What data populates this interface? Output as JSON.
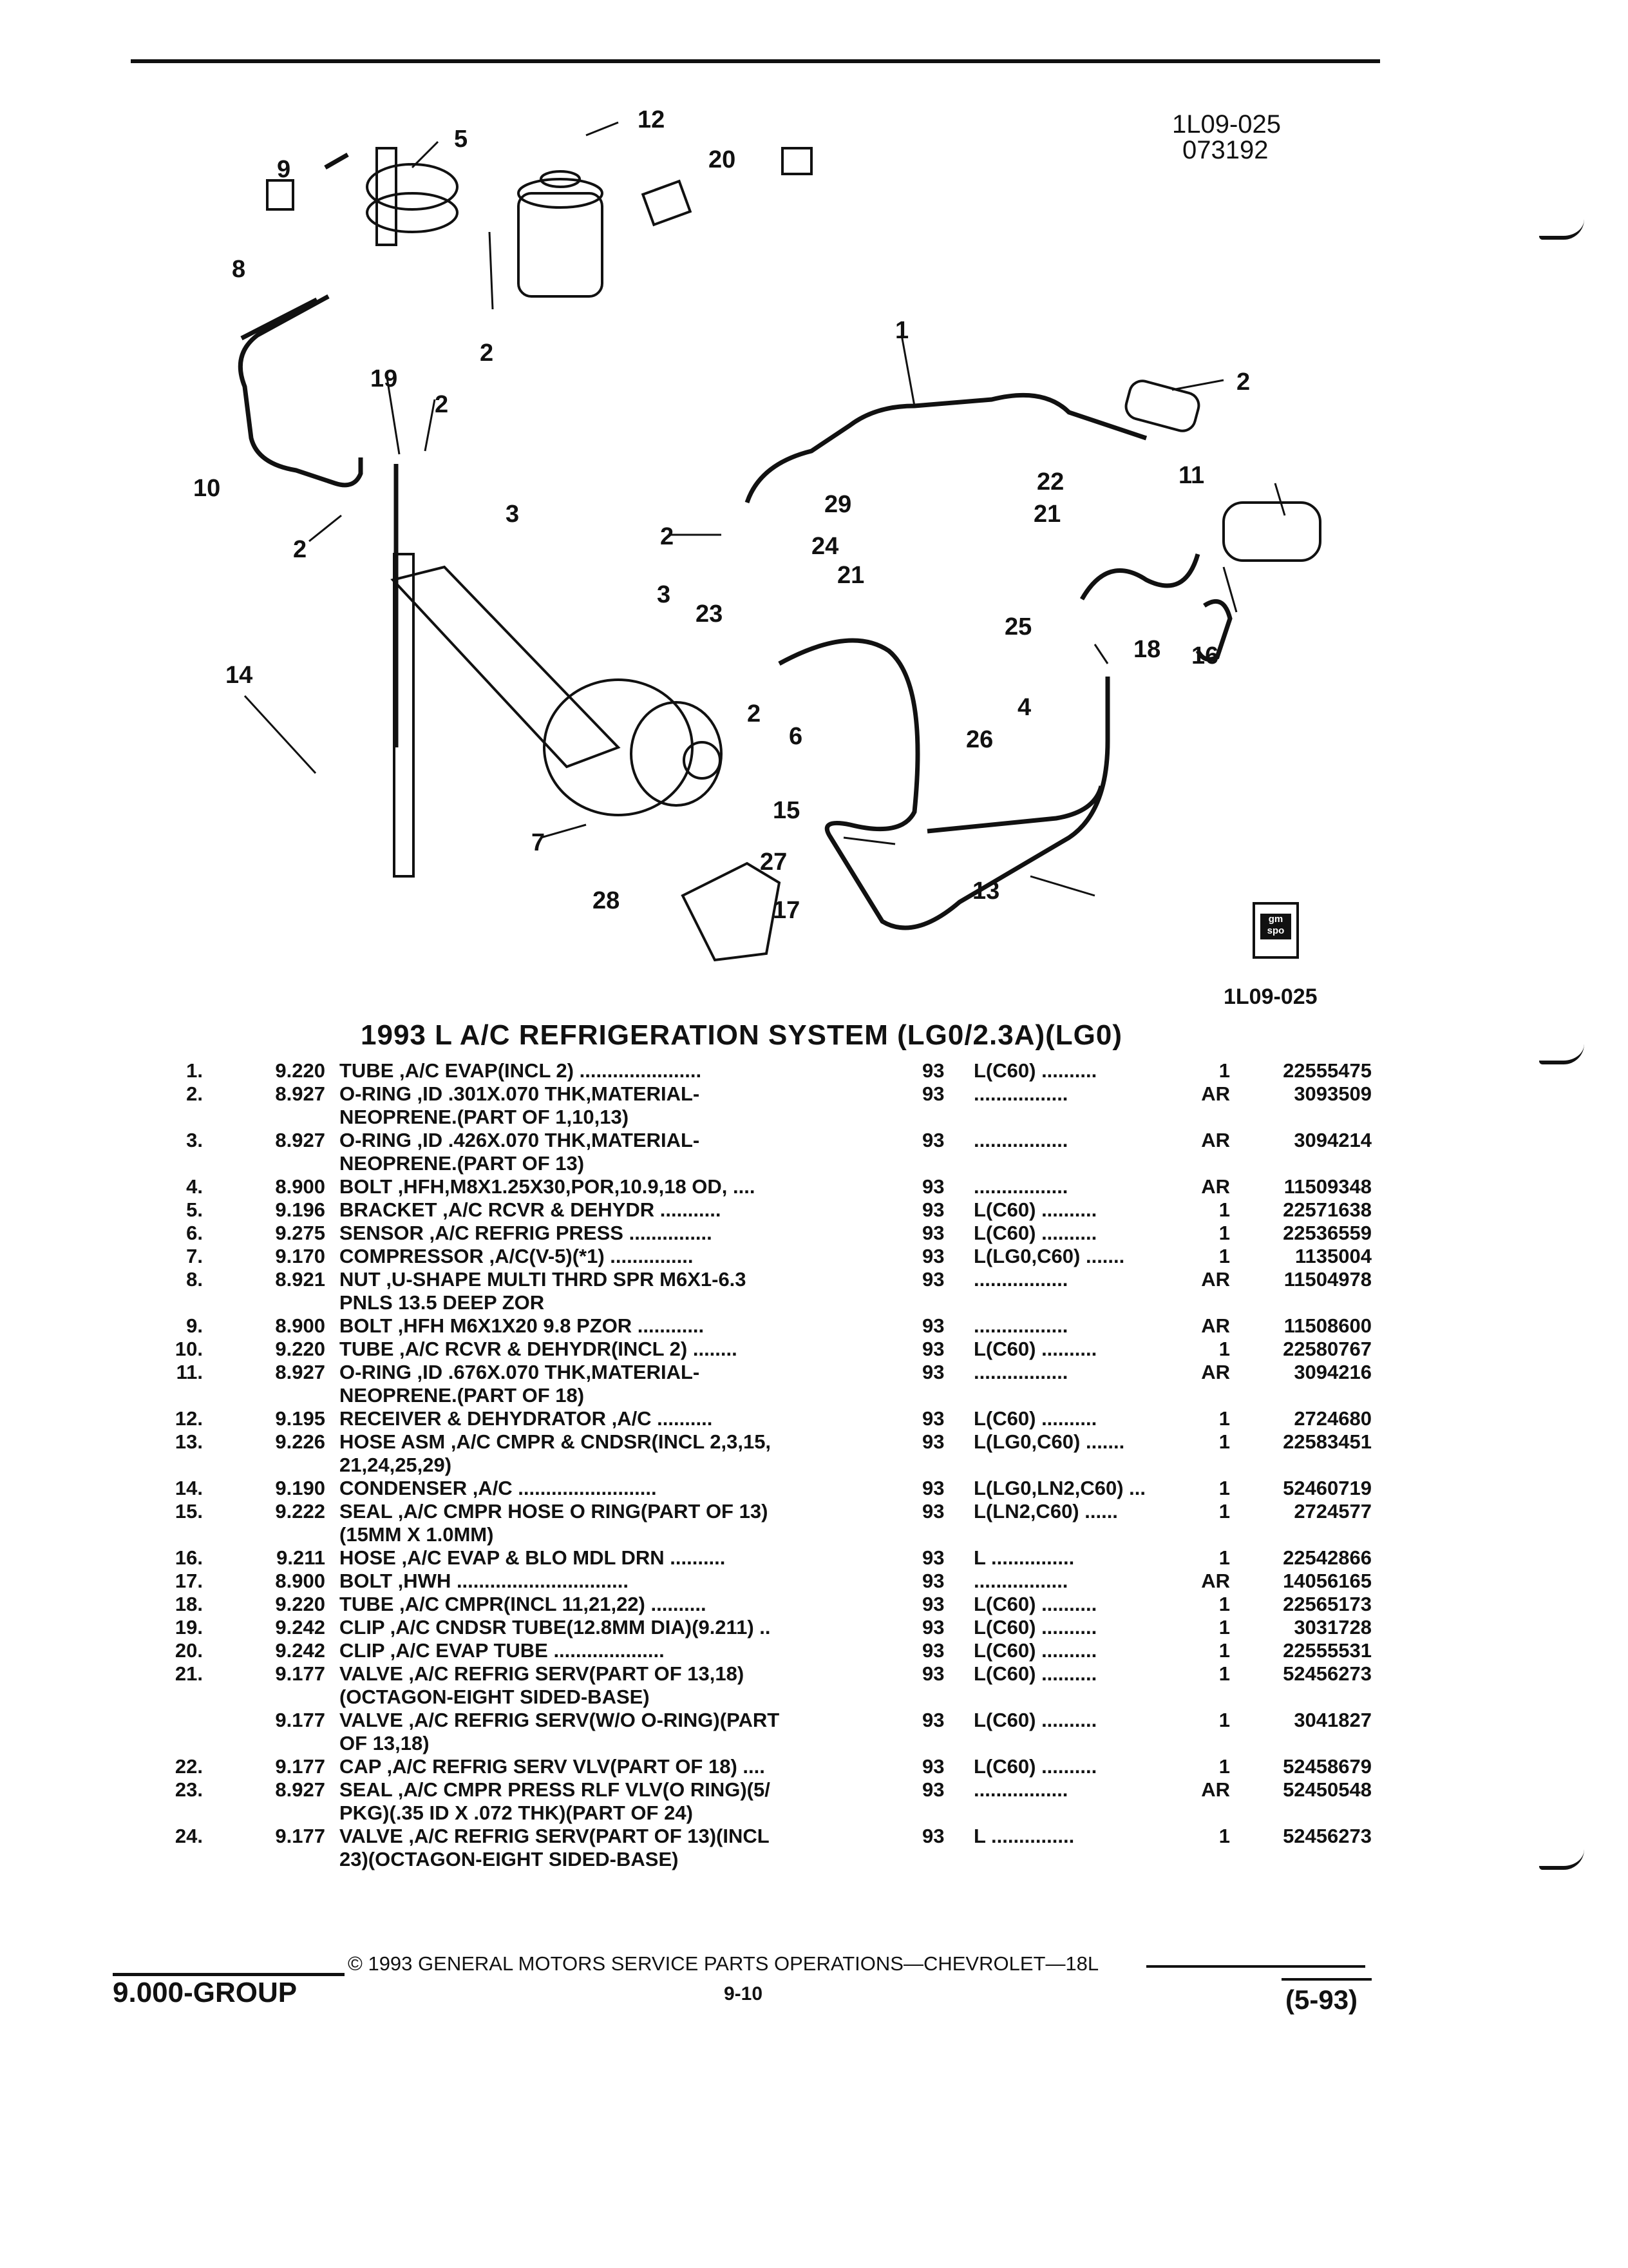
{
  "header": {
    "ref_code": "1L09-025",
    "ref_date": "073192"
  },
  "diagram": {
    "callouts": [
      "1",
      "2",
      "3",
      "4",
      "5",
      "6",
      "7",
      "8",
      "9",
      "10",
      "11",
      "12",
      "13",
      "14",
      "15",
      "16",
      "17",
      "18",
      "19",
      "20",
      "21",
      "22",
      "23",
      "24",
      "25",
      "26",
      "27",
      "28",
      "29"
    ],
    "logo_text": "gm spo",
    "ref_code_bottom": "1L09-025"
  },
  "title": "1993 L A/C REFRIGERATION SYSTEM (LG0/2.3A)(LG0)",
  "parts": [
    {
      "num": "1.",
      "group": "9.220",
      "desc": [
        "TUBE ,A/C EVAP(INCL 2) ......................"
      ],
      "year": "93",
      "app": "L(C60) ..........",
      "qty": "1",
      "pn": "22555475"
    },
    {
      "num": "2.",
      "group": "8.927",
      "desc": [
        "O-RING ,ID .301X.070 THK,MATERIAL-",
        "NEOPRENE.(PART OF 1,10,13)"
      ],
      "year": "93",
      "app": ".................",
      "qty": "AR",
      "pn": "3093509"
    },
    {
      "num": "3.",
      "group": "8.927",
      "desc": [
        "O-RING ,ID .426X.070 THK,MATERIAL-",
        "NEOPRENE.(PART OF 13)"
      ],
      "year": "93",
      "app": ".................",
      "qty": "AR",
      "pn": "3094214"
    },
    {
      "num": "4.",
      "group": "8.900",
      "desc": [
        "BOLT ,HFH,M8X1.25X30,POR,10.9,18 OD, ...."
      ],
      "year": "93",
      "app": ".................",
      "qty": "AR",
      "pn": "11509348"
    },
    {
      "num": "5.",
      "group": "9.196",
      "desc": [
        "BRACKET ,A/C RCVR & DEHYDR ..........."
      ],
      "year": "93",
      "app": "L(C60) ..........",
      "qty": "1",
      "pn": "22571638"
    },
    {
      "num": "6.",
      "group": "9.275",
      "desc": [
        "SENSOR ,A/C REFRIG PRESS ..............."
      ],
      "year": "93",
      "app": "L(C60) ..........",
      "qty": "1",
      "pn": "22536559"
    },
    {
      "num": "7.",
      "group": "9.170",
      "desc": [
        "COMPRESSOR ,A/C(V-5)(*1) ..............."
      ],
      "year": "93",
      "app": "L(LG0,C60) .......",
      "qty": "1",
      "pn": "1135004"
    },
    {
      "num": "8.",
      "group": "8.921",
      "desc": [
        "NUT ,U-SHAPE MULTI THRD SPR M6X1-6.3",
        "PNLS 13.5 DEEP ZOR"
      ],
      "year": "93",
      "app": ".................",
      "qty": "AR",
      "pn": "11504978"
    },
    {
      "num": "9.",
      "group": "8.900",
      "desc": [
        "BOLT ,HFH M6X1X20 9.8 PZOR ............"
      ],
      "year": "93",
      "app": ".................",
      "qty": "AR",
      "pn": "11508600"
    },
    {
      "num": "10.",
      "group": "9.220",
      "desc": [
        "TUBE ,A/C RCVR & DEHYDR(INCL 2) ........"
      ],
      "year": "93",
      "app": "L(C60) ..........",
      "qty": "1",
      "pn": "22580767"
    },
    {
      "num": "11.",
      "group": "8.927",
      "desc": [
        "O-RING ,ID .676X.070 THK,MATERIAL-",
        "NEOPRENE.(PART OF 18)"
      ],
      "year": "93",
      "app": ".................",
      "qty": "AR",
      "pn": "3094216"
    },
    {
      "num": "12.",
      "group": "9.195",
      "desc": [
        "RECEIVER & DEHYDRATOR ,A/C .........."
      ],
      "year": "93",
      "app": "L(C60) ..........",
      "qty": "1",
      "pn": "2724680"
    },
    {
      "num": "13.",
      "group": "9.226",
      "desc": [
        "HOSE ASM ,A/C CMPR & CNDSR(INCL 2,3,15,",
        "21,24,25,29)"
      ],
      "year": "93",
      "app": "L(LG0,C60) .......",
      "qty": "1",
      "pn": "22583451"
    },
    {
      "num": "14.",
      "group": "9.190",
      "desc": [
        "CONDENSER ,A/C ........................."
      ],
      "year": "93",
      "app": "L(LG0,LN2,C60) ...",
      "qty": "1",
      "pn": "52460719"
    },
    {
      "num": "15.",
      "group": "9.222",
      "desc": [
        "SEAL ,A/C CMPR HOSE O RING(PART OF 13)",
        "(15MM X 1.0MM)"
      ],
      "year": "93",
      "app": "L(LN2,C60) ......",
      "qty": "1",
      "pn": "2724577"
    },
    {
      "num": "16.",
      "group": "9.211",
      "desc": [
        "HOSE ,A/C EVAP & BLO MDL DRN .........."
      ],
      "year": "93",
      "app": "L ...............",
      "qty": "1",
      "pn": "22542866"
    },
    {
      "num": "17.",
      "group": "8.900",
      "desc": [
        "BOLT ,HWH ..............................."
      ],
      "year": "93",
      "app": ".................",
      "qty": "AR",
      "pn": "14056165"
    },
    {
      "num": "18.",
      "group": "9.220",
      "desc": [
        "TUBE ,A/C CMPR(INCL 11,21,22) .........."
      ],
      "year": "93",
      "app": "L(C60) ..........",
      "qty": "1",
      "pn": "22565173"
    },
    {
      "num": "19.",
      "group": "9.242",
      "desc": [
        "CLIP ,A/C CNDSR TUBE(12.8MM DIA)(9.211) .."
      ],
      "year": "93",
      "app": "L(C60) ..........",
      "qty": "1",
      "pn": "3031728"
    },
    {
      "num": "20.",
      "group": "9.242",
      "desc": [
        "CLIP ,A/C EVAP TUBE ...................."
      ],
      "year": "93",
      "app": "L(C60) ..........",
      "qty": "1",
      "pn": "22555531"
    },
    {
      "num": "21.",
      "group": "9.177",
      "desc": [
        "VALVE ,A/C REFRIG SERV(PART OF 13,18)",
        "(OCTAGON-EIGHT SIDED-BASE)"
      ],
      "year": "93",
      "app": "L(C60) ..........",
      "qty": "1",
      "pn": "52456273"
    },
    {
      "num": "",
      "group": "9.177",
      "desc": [
        "VALVE ,A/C REFRIG SERV(W/O O-RING)(PART",
        "OF 13,18)"
      ],
      "year": "93",
      "app": "L(C60) ..........",
      "qty": "1",
      "pn": "3041827"
    },
    {
      "num": "22.",
      "group": "9.177",
      "desc": [
        "CAP ,A/C REFRIG SERV VLV(PART OF 18) ...."
      ],
      "year": "93",
      "app": "L(C60) ..........",
      "qty": "1",
      "pn": "52458679"
    },
    {
      "num": "23.",
      "group": "8.927",
      "desc": [
        "SEAL ,A/C CMPR PRESS RLF VLV(O RING)(5/",
        "PKG)(.35 ID X .072 THK)(PART OF 24)"
      ],
      "year": "93",
      "app": ".................",
      "qty": "AR",
      "pn": "52450548"
    },
    {
      "num": "24.",
      "group": "9.177",
      "desc": [
        "VALVE ,A/C REFRIG SERV(PART OF 13)(INCL",
        "23)(OCTAGON-EIGHT SIDED-BASE)"
      ],
      "year": "93",
      "app": "L ...............",
      "qty": "1",
      "pn": "52456273"
    }
  ],
  "footer": {
    "group": "9.000-GROUP",
    "copyright": "© 1993 GENERAL MOTORS SERVICE PARTS OPERATIONS—CHEVROLET—18L",
    "page": "9-10",
    "date": "(5-93)"
  }
}
